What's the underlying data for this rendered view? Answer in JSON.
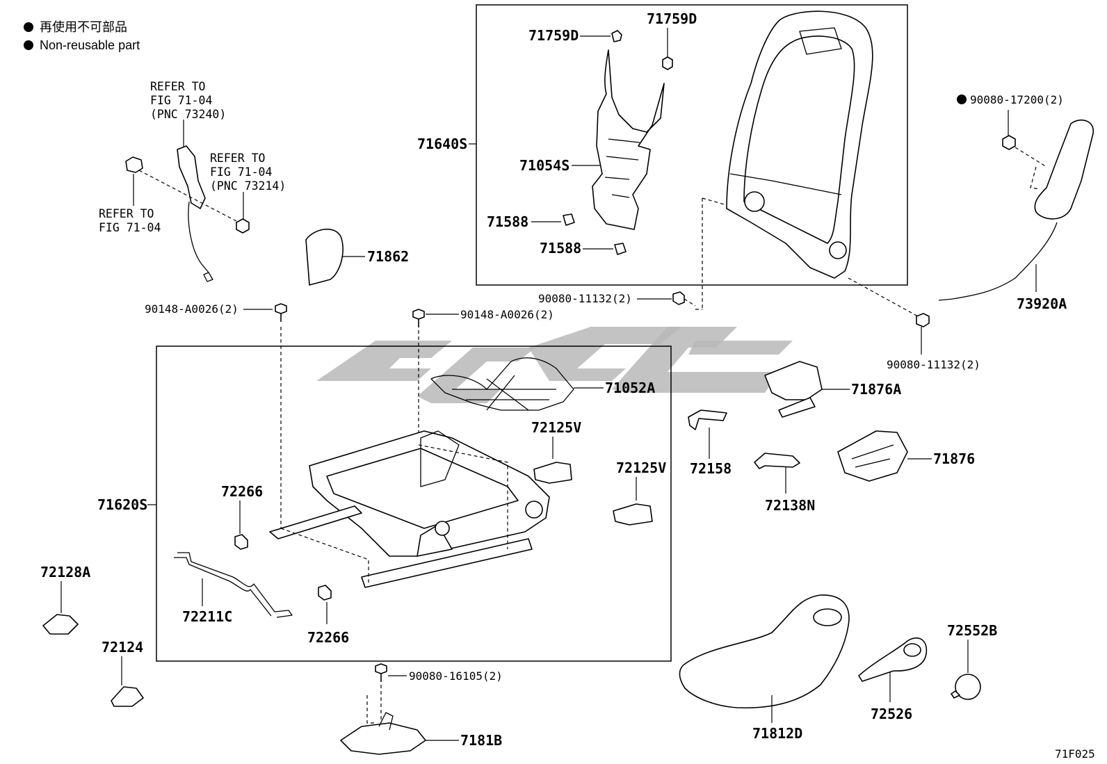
{
  "legend": {
    "items": [
      {
        "text_ja": "再使用不可部品"
      },
      {
        "text_en": "Non-reusable part"
      }
    ]
  },
  "refs": {
    "ref1": [
      "REFER TO",
      "FIG 71-04",
      "(PNC 73240)"
    ],
    "ref2": [
      "REFER TO",
      "FIG 71-04",
      "(PNC 73214)"
    ],
    "ref3": [
      "REFER TO",
      "FIG 71-04"
    ]
  },
  "labels": {
    "p71759D_a": "71759D",
    "p71759D_b": "71759D",
    "p71640S": "71640S",
    "p71054S": "71054S",
    "p71588_a": "71588",
    "p71588_b": "71588",
    "p90080_17200": "90080-17200(2)",
    "p71862": "71862",
    "p90080_11132_a": "90080-11132(2)",
    "p73920A": "73920A",
    "p90148_a": "90148-A0026(2)",
    "p90148_b": "90148-A0026(2)",
    "p90080_11132_b": "90080-11132(2)",
    "p71052A": "71052A",
    "p71876A": "71876A",
    "p72125V_a": "72125V",
    "p72125V_b": "72125V",
    "p72158": "72158",
    "p71876": "71876",
    "p72138N": "72138N",
    "p71620S": "71620S",
    "p72266_a": "72266",
    "p72266_b": "72266",
    "p72128A": "72128A",
    "p72211C": "72211C",
    "p72124": "72124",
    "p90080_16105": "90080-16105(2)",
    "p7181B": "7181B",
    "p71812D": "71812D",
    "p72526": "72526",
    "p72552B": "72552B",
    "fig": "71F025"
  }
}
